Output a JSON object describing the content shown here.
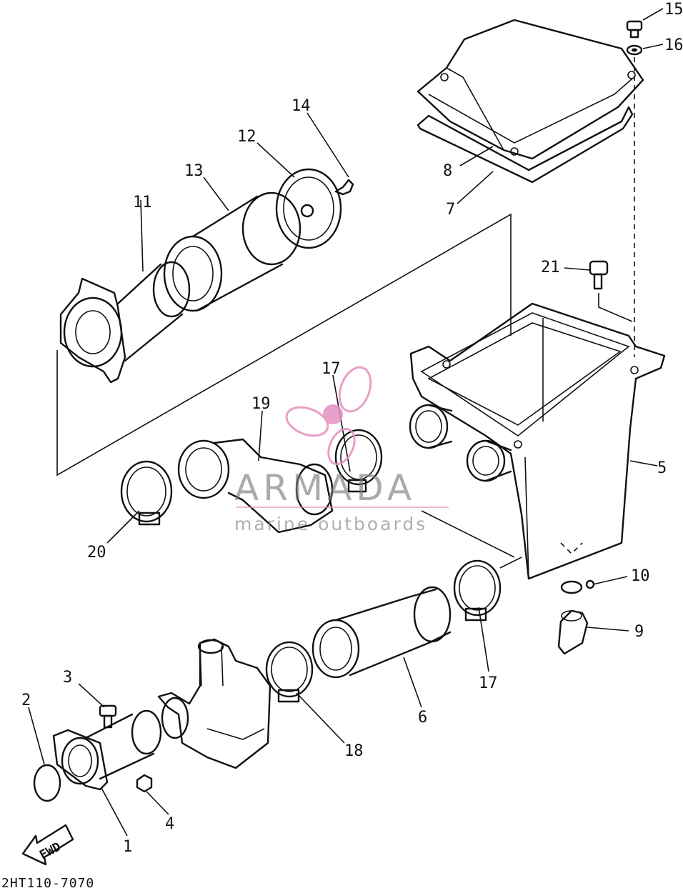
{
  "callouts": [
    {
      "id": "15",
      "text": "15"
    },
    {
      "id": "16",
      "text": "16"
    },
    {
      "id": "14",
      "text": "14"
    },
    {
      "id": "12",
      "text": "12"
    },
    {
      "id": "13",
      "text": "13"
    },
    {
      "id": "11",
      "text": "11"
    },
    {
      "id": "8",
      "text": "8"
    },
    {
      "id": "7",
      "text": "7"
    },
    {
      "id": "21",
      "text": "21"
    },
    {
      "id": "17a",
      "text": "17"
    },
    {
      "id": "19",
      "text": "19"
    },
    {
      "id": "5",
      "text": "5"
    },
    {
      "id": "20",
      "text": "20"
    },
    {
      "id": "10",
      "text": "10"
    },
    {
      "id": "9",
      "text": "9"
    },
    {
      "id": "17b",
      "text": "17"
    },
    {
      "id": "3",
      "text": "3"
    },
    {
      "id": "2",
      "text": "2"
    },
    {
      "id": "6",
      "text": "6"
    },
    {
      "id": "18",
      "text": "18"
    },
    {
      "id": "4",
      "text": "4"
    },
    {
      "id": "1",
      "text": "1"
    }
  ],
  "fwd_label": "FWD",
  "diagram_code": "2HT110-7070",
  "watermark": {
    "name": "ARMADA",
    "subtitle": "marine outboards",
    "name_color": "#7a7a7a",
    "logo_color": "#e58fbf"
  }
}
